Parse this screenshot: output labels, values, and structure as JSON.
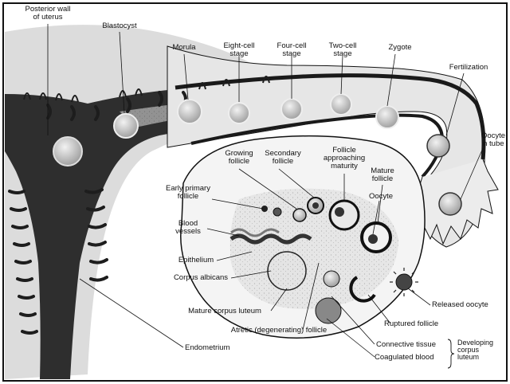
{
  "labels": {
    "posterior_wall": "Posterior wall\nof uterus",
    "blastocyst": "Blastocyst",
    "morula": "Morula",
    "eight_cell": "Eight-cell\nstage",
    "four_cell": "Four-cell\nstage",
    "two_cell": "Two-cell\nstage",
    "zygote": "Zygote",
    "fertilization": "Fertilization",
    "oocyte_in_tube": "Oocyte\nin tube",
    "growing_follicle": "Growing\nfollicle",
    "secondary_follicle": "Secondary\nfollicle",
    "follicle_approaching": "Follicle\napproaching\nmaturity",
    "mature_follicle": "Mature\nfollicle",
    "oocyte": "Oocyte",
    "early_primary": "Early primary\nfollicle",
    "blood_vessels": "Blood\nvessels",
    "epithelium": "Epithelium",
    "corpus_albicans": "Corpus albicans",
    "mature_corpus_luteum": "Mature corpus luteum",
    "atretic_follicle": "Atretic (degenerating) follicle",
    "released_oocyte": "Released oocyte",
    "ruptured_follicle": "Ruptured follicle",
    "connective_tissue": "Connective tissue",
    "coagulated_blood": "Coagulated blood",
    "developing_corpus_luteum": "Developing\ncorpus\nluteum",
    "endometrium": "Endometrium"
  },
  "colors": {
    "dark_tissue": "#2a2a2a",
    "mid_tissue": "#8c8c8c",
    "light_tissue": "#d6d6d6",
    "paper": "#ffffff",
    "ink": "#111111"
  }
}
